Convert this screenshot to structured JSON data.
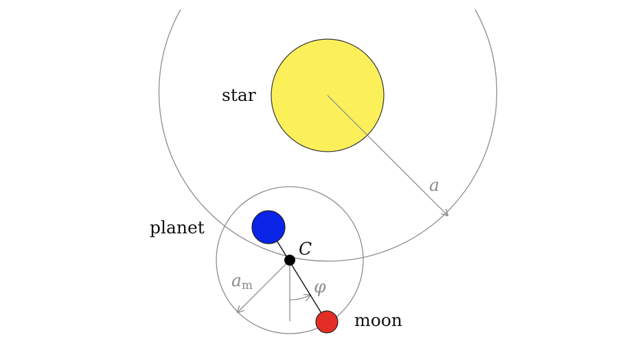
{
  "labels": {
    "star": "star",
    "planet": "planet",
    "moon": "moon",
    "barycenter": "C",
    "star_orbit_radius": "a",
    "moon_orbit_radius": "a",
    "moon_orbit_radius_sub": "m",
    "angle": "φ"
  },
  "colors": {
    "star": "#fcf05a",
    "planet": "#0a24e8",
    "moon": "#e42e25",
    "barycenter": "#000000",
    "orbit": "#8c8c8c"
  }
}
